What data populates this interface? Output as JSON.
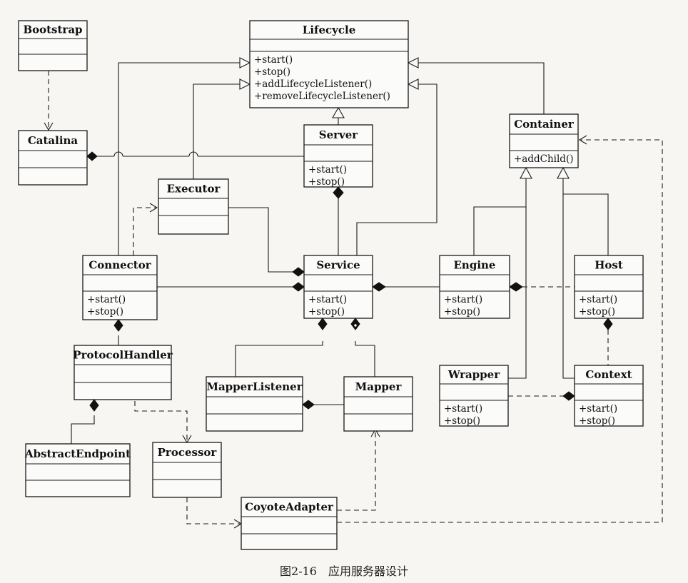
{
  "caption": "图2-16　应用服务器设计",
  "classes": {
    "bootstrap": {
      "name": "Bootstrap",
      "methods": []
    },
    "lifecycle": {
      "name": "Lifecycle",
      "methods": [
        "+start()",
        "+stop()",
        "+addLifecycleListener()",
        "+removeLifecycleListener()"
      ]
    },
    "catalina": {
      "name": "Catalina",
      "methods": []
    },
    "server": {
      "name": "Server",
      "methods": [
        "+start()",
        "+stop()"
      ]
    },
    "container": {
      "name": "Container",
      "methods": [
        "+addChild()"
      ]
    },
    "executor": {
      "name": "Executor",
      "methods": []
    },
    "connector": {
      "name": "Connector",
      "methods": [
        "+start()",
        "+stop()"
      ]
    },
    "service": {
      "name": "Service",
      "methods": [
        "+start()",
        "+stop()"
      ]
    },
    "engine": {
      "name": "Engine",
      "methods": [
        "+start()",
        "+stop()"
      ]
    },
    "host": {
      "name": "Host",
      "methods": [
        "+start()",
        "+stop()"
      ]
    },
    "protocolHandler": {
      "name": "ProtocolHandler",
      "methods": []
    },
    "mapperListener": {
      "name": "MapperListener",
      "methods": []
    },
    "mapper": {
      "name": "Mapper",
      "methods": []
    },
    "wrapper": {
      "name": "Wrapper",
      "methods": [
        "+start()",
        "+stop()"
      ]
    },
    "context": {
      "name": "Context",
      "methods": [
        "+start()",
        "+stop()"
      ]
    },
    "abstractEndpoint": {
      "name": "AbstractEndpoint",
      "methods": []
    },
    "processor": {
      "name": "Processor",
      "methods": []
    },
    "coyoteAdapter": {
      "name": "CoyoteAdapter",
      "methods": []
    }
  }
}
